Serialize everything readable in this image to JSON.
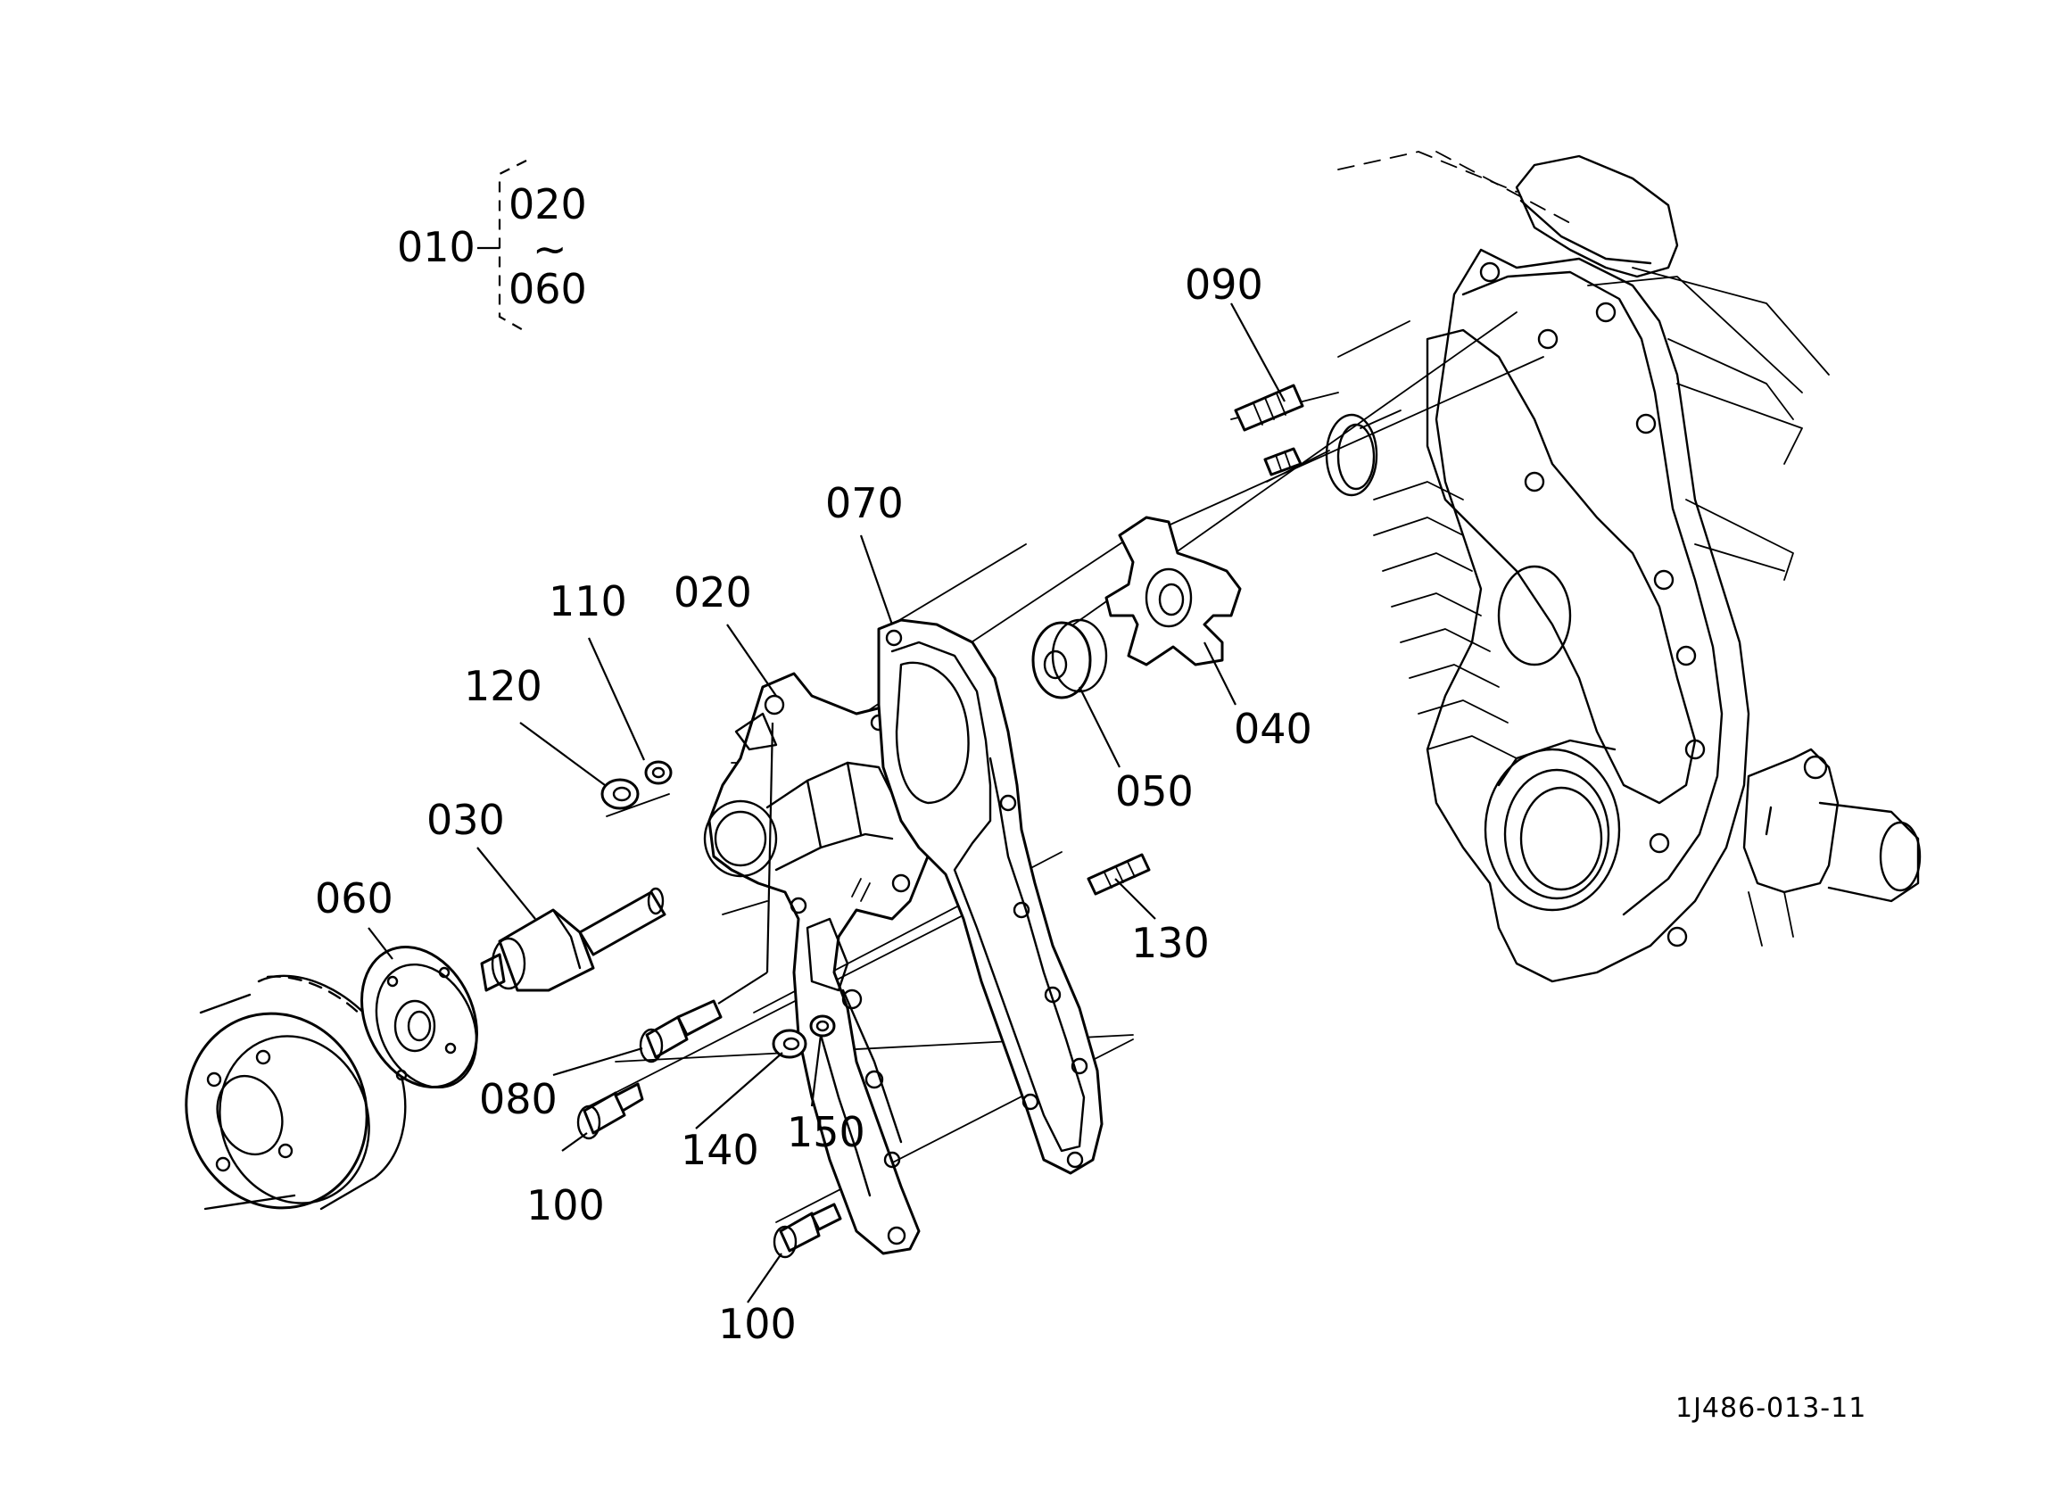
{
  "drawing": {
    "reference_code": "1J486-013-11",
    "group_label": {
      "parent": "010",
      "range_start": "020",
      "range_sep": "~",
      "range_end": "060"
    },
    "callouts": [
      {
        "id": "090",
        "text": "090"
      },
      {
        "id": "070",
        "text": "070"
      },
      {
        "id": "110",
        "text": "110"
      },
      {
        "id": "020",
        "text": "020"
      },
      {
        "id": "120",
        "text": "120"
      },
      {
        "id": "030",
        "text": "030"
      },
      {
        "id": "060",
        "text": "060"
      },
      {
        "id": "040",
        "text": "040"
      },
      {
        "id": "050",
        "text": "050"
      },
      {
        "id": "130",
        "text": "130"
      },
      {
        "id": "080",
        "text": "080"
      },
      {
        "id": "140",
        "text": "140"
      },
      {
        "id": "150",
        "text": "150"
      },
      {
        "id": "100a",
        "text": "100"
      },
      {
        "id": "100b",
        "text": "100"
      }
    ]
  }
}
